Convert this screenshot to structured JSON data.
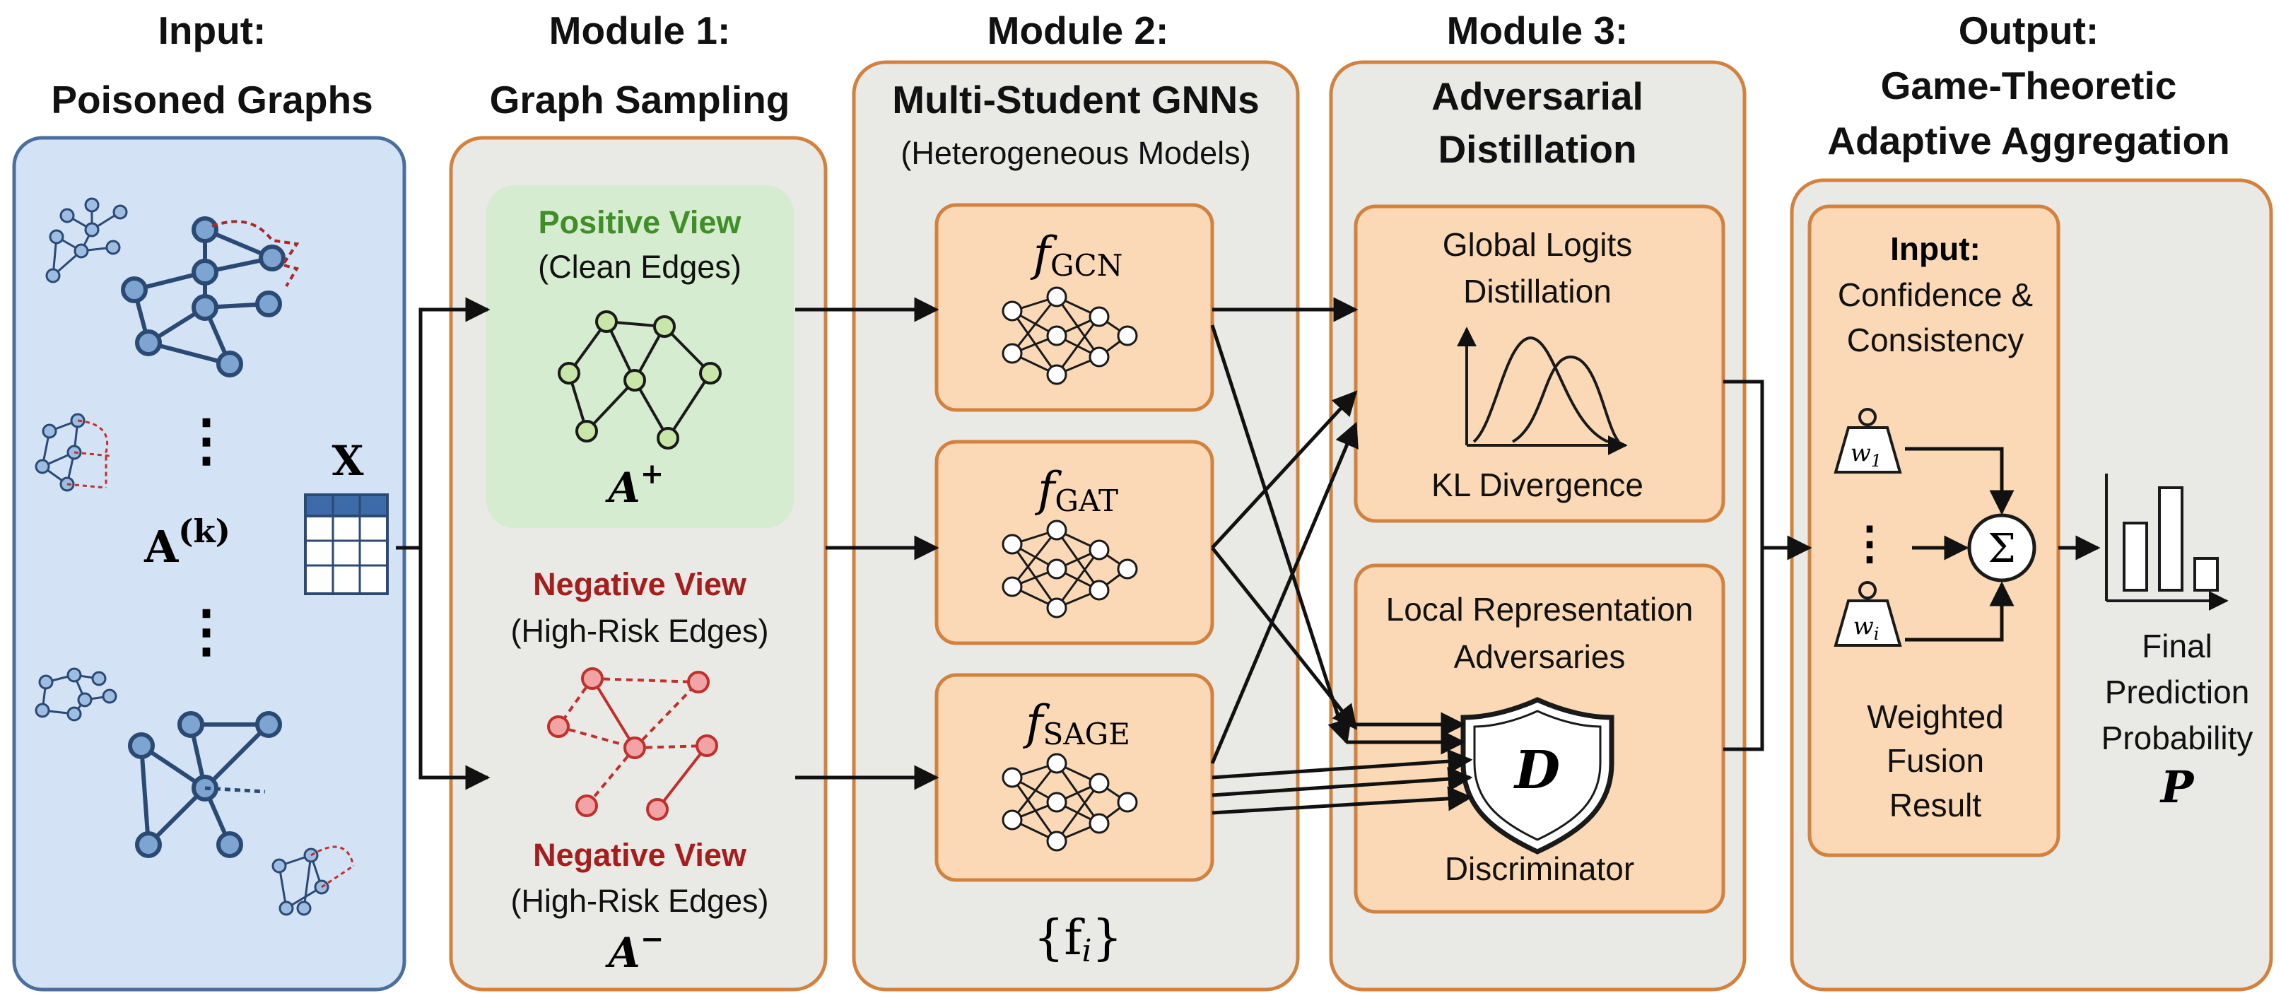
{
  "colors": {
    "input_panel_fill": "#d3e2f5",
    "input_panel_border": "#4a6f9e",
    "module_fill": "#e9e9e6",
    "module_border": "#d2823e",
    "box_fill": "#fbd9b6",
    "positive_fill": "#d6ecd0",
    "positive_text": "#3f8e27",
    "negative_text": "#a51d1d",
    "node_blue": "#7ea4d2",
    "edge_blue": "#2b4a73",
    "node_green": "#c7e6a8",
    "node_red": "#f2a3a3",
    "edge_red": "#c0302c"
  },
  "input": {
    "title_line1": "Input:",
    "title_line2": "Poisoned Graphs",
    "matrix_label": "X",
    "adjacency_label": "A",
    "adjacency_sup": "(k)",
    "ellipsis": "⋮"
  },
  "module1": {
    "title_line1": "Module 1:",
    "title_line2": "Graph Sampling",
    "positive_title": "Positive View",
    "positive_sub": "(Clean Edges)",
    "positive_math": "A",
    "positive_sup": "+",
    "negative_title_top": "Negative View",
    "negative_sub_top": "(High-Risk Edges)",
    "negative_title_bottom": "Negative View",
    "negative_sub_bottom": "(High-Risk Edges)",
    "negative_math": "A",
    "negative_sup": "−"
  },
  "module2": {
    "title_line1": "Module 2:",
    "title_line2": "Multi-Student GNNs",
    "subtitle": "(Heterogeneous Models)",
    "models": [
      {
        "f": "f",
        "sub": "GCN"
      },
      {
        "f": "f",
        "sub": "GAT"
      },
      {
        "f": "f",
        "sub": "SAGE"
      }
    ],
    "set_label": "{f",
    "set_sub": "i",
    "set_close": "}"
  },
  "module3": {
    "title_line1": "Module 3:",
    "title_line2": "Adversarial",
    "title_line3": "Distillation",
    "global_line1": "Global Logits",
    "global_line2": "Distillation",
    "kl_label": "KL Divergence",
    "local_line1": "Local Representation",
    "local_line2": "Adversaries",
    "disc_letter": "D",
    "disc_label": "Discriminator"
  },
  "output": {
    "title_line1": "Output:",
    "title_line2": "Game-Theoretic",
    "title_line3": "Adaptive Aggregation",
    "input_title": "Input:",
    "input_line1": "Confidence &",
    "input_line2": "Consistency",
    "weight_label": "w",
    "weight_sub_top": "1",
    "weight_sub_bottom": "i",
    "ellipsis": "⋮",
    "sigma": "Σ",
    "fusion_line1": "Weighted",
    "fusion_line2": "Fusion",
    "fusion_line3": "Result",
    "final_line1": "Final",
    "final_line2": "Prediction",
    "final_line3": "Probability",
    "final_symbol": "P"
  }
}
